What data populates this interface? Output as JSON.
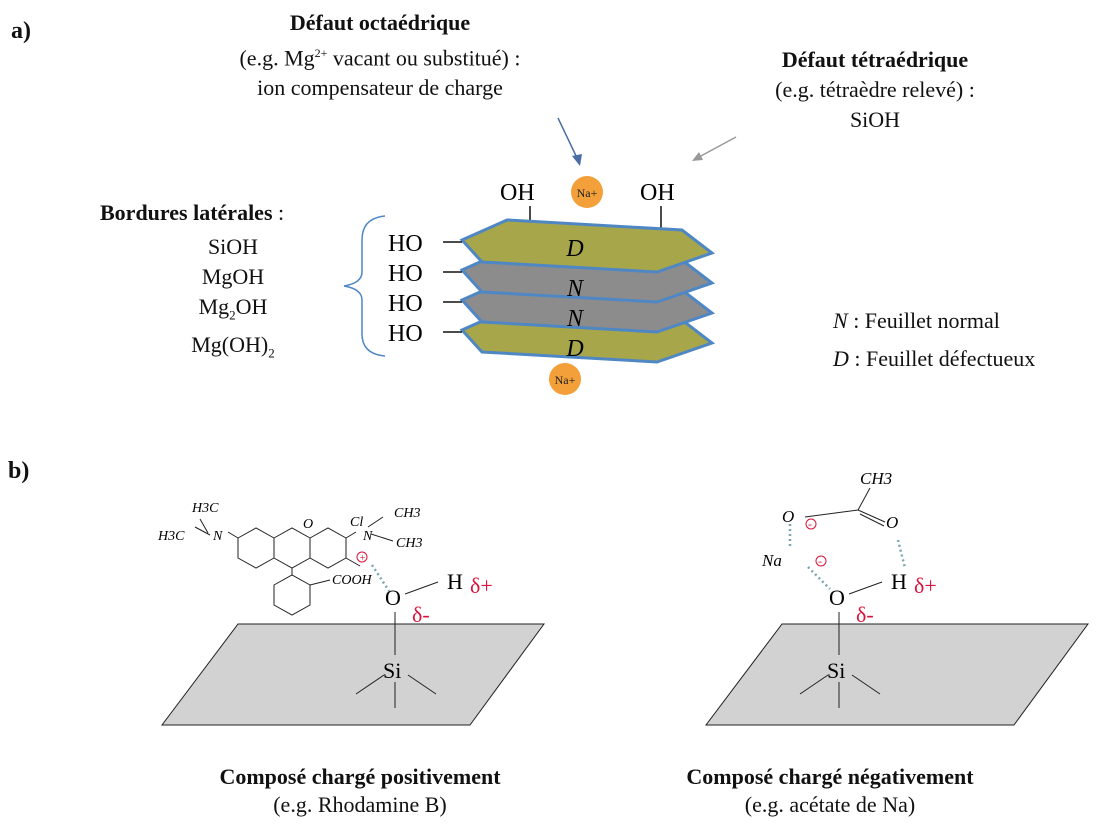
{
  "panel_a": {
    "label": "a)",
    "oct_defect": {
      "title": "Défaut octaédrique",
      "line1_pre": "(e.g. Mg",
      "line1_sup": "2+",
      "line1_post": " vacant ou substitué) :",
      "line2": "ion compensateur de charge"
    },
    "tet_defect": {
      "title": "Défaut tétraédrique",
      "line1": "(e.g. tétraèdre relevé) :",
      "line2": "SiOH"
    },
    "edges": {
      "title": "Bordures latérales",
      "colon": " :",
      "items": [
        {
          "main": "SiOH",
          "sub": "",
          "tail": ""
        },
        {
          "main": "MgOH",
          "sub": "",
          "tail": ""
        },
        {
          "main": "Mg",
          "sub": "2",
          "tail": "OH"
        },
        {
          "main": "Mg(OH)",
          "sub": "2",
          "tail": ""
        }
      ]
    },
    "top_oh_left": "OH",
    "top_oh_right": "OH",
    "na_top": "Na+",
    "na_bottom": "Na+",
    "side_ho": [
      "HO",
      "HO",
      "HO",
      "HO"
    ],
    "layers": [
      "D",
      "N",
      "N",
      "D"
    ],
    "legend": [
      {
        "sym": "N",
        "text": " : Feuillet normal"
      },
      {
        "sym": "D",
        "text": " : Feuillet défectueux"
      }
    ],
    "colors": {
      "defect_layer": "#a8a64a",
      "normal_layer": "#8c8c8c",
      "layer_edge": "#4f87c4",
      "sodium": "#f3a03a"
    }
  },
  "panel_b": {
    "label": "b)",
    "left": {
      "caption_title": "Composé chargé positivement",
      "caption_sub": "(e.g. Rhodamine B)",
      "mol": {
        "h3c_top": "H3C",
        "h3c_left": "H3C",
        "n_left": "N",
        "cl": "Cl",
        "ch3_top": "CH3",
        "ch3_right": "CH3",
        "n_right": "N",
        "o_ring": "O",
        "cooh": "COOH",
        "plus": "+"
      },
      "o": "O",
      "h": "H",
      "si": "Si",
      "delta_plus": "δ+",
      "delta_minus": "δ-"
    },
    "right": {
      "caption_title": "Composé chargé négativement",
      "caption_sub": "(e.g. acétate de Na)",
      "mol": {
        "ch3": "CH3",
        "o_left": "O",
        "o_right": "O",
        "na": "Na",
        "minus": "-"
      },
      "o": "O",
      "h": "H",
      "si": "Si",
      "delta_plus": "δ+",
      "delta_minus": "δ-"
    },
    "colors": {
      "surface": "#d2d2d2",
      "delta": "#d8133c",
      "hbond": "#7aa6b4"
    }
  }
}
